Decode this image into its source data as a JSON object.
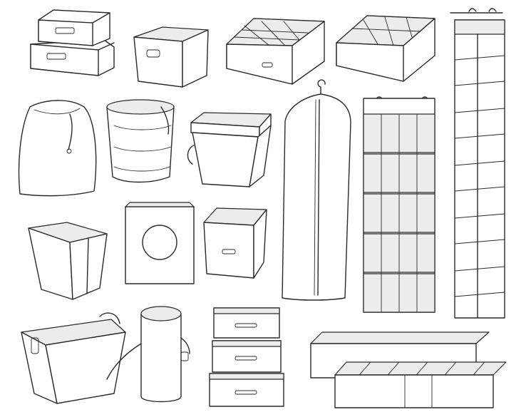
{
  "sheet": {
    "background": "#ffffff",
    "line_color": "#2a2a2a",
    "shade_color": "#ececec",
    "items": [
      {
        "name": "stacked-drawer-boxes"
      },
      {
        "name": "open-storage-bin"
      },
      {
        "name": "drawer-organizer-12-grid"
      },
      {
        "name": "drawer-organizer-open-grid"
      },
      {
        "name": "hanging-shelf-organizer"
      },
      {
        "name": "drawstring-laundry-bag"
      },
      {
        "name": "pop-up-hamper"
      },
      {
        "name": "lidded-storage-bin"
      },
      {
        "name": "garment-bag"
      },
      {
        "name": "over-door-shoe-organizer"
      },
      {
        "name": "tapered-storage-bin"
      },
      {
        "name": "window-laundry-bag"
      },
      {
        "name": "storage-cube"
      },
      {
        "name": "handled-storage-basket"
      },
      {
        "name": "cylinder-boot-bag"
      },
      {
        "name": "stacked-lidded-boxes"
      },
      {
        "name": "under-bed-storage-bags"
      }
    ]
  }
}
